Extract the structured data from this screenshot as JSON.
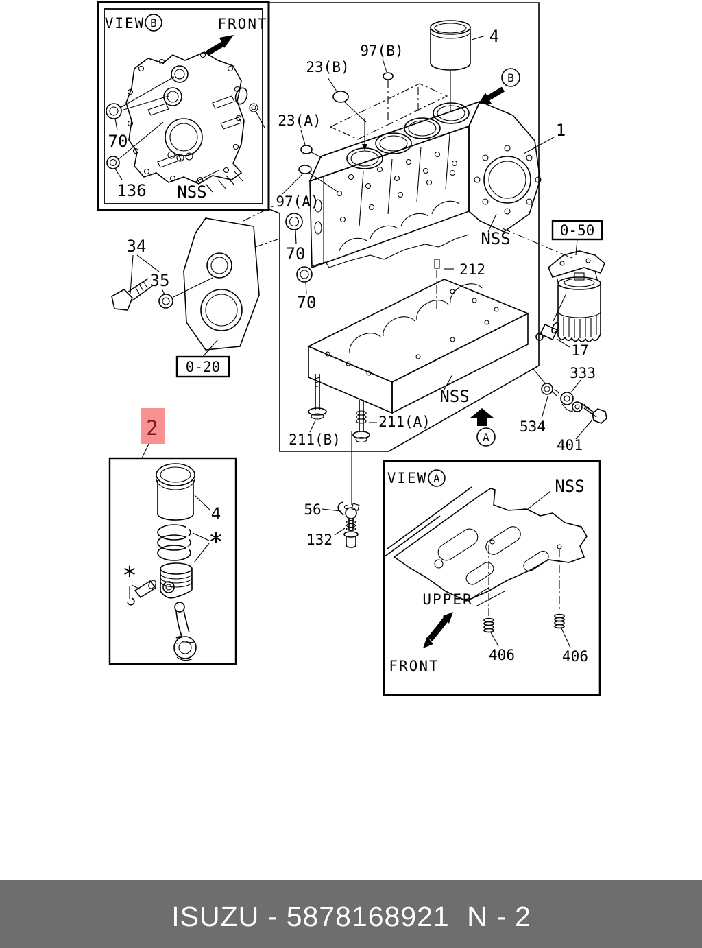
{
  "page": {
    "background": "#ffffff",
    "line_color": "#000000"
  },
  "footer": {
    "catalog_text": "ISUZU - 5878168921",
    "page_ref": "N - 2",
    "bar_color": "#6e6e6e",
    "text_color": "#ffffff"
  },
  "view_b": {
    "title": "VIEW",
    "letter": "B",
    "front_label": "FRONT",
    "callout_70": "70",
    "callout_136": "136",
    "callout_nss": "NSS"
  },
  "main": {
    "callout_23b": "23(B)",
    "callout_97b": "97(B)",
    "callout_4": "4",
    "letter_b": "B",
    "callout_23a": "23(A)",
    "callout_1": "1",
    "callout_97a": "97(A)",
    "callout_70_upper": "70",
    "callout_70_lower": "70",
    "callout_nss_block": "NSS",
    "ref_0_50": "0-50",
    "callout_212": "212",
    "callout_17": "17",
    "callout_333": "333",
    "callout_534": "534",
    "callout_401": "401",
    "callout_nss_crankcase": "NSS",
    "callout_211a": "211(A)",
    "callout_211b": "211(B)",
    "letter_a": "A",
    "callout_56": "56",
    "callout_132": "132"
  },
  "left_group": {
    "callout_34": "34",
    "callout_35": "35",
    "ref_0_20": "0-20"
  },
  "piston_box": {
    "highlight_label": "2",
    "highlight_bg": "#fa9191",
    "highlight_fg": "#7c1b1b",
    "callout_4": "4",
    "asterisk": "*"
  },
  "view_a": {
    "title": "VIEW",
    "letter": "A",
    "callout_nss": "NSS",
    "upper_label": "UPPER",
    "front_label": "FRONT",
    "callout_406_left": "406",
    "callout_406_right": "406"
  }
}
